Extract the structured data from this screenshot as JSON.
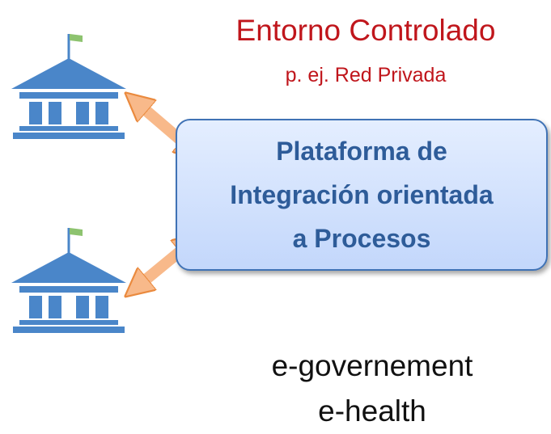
{
  "header": {
    "title": "Entorno Controlado",
    "subtitle": "p. ej. Red Privada"
  },
  "platform": {
    "lines": [
      "Plataforma de",
      "Integración orientada",
      "a Procesos"
    ]
  },
  "domains": [
    "e-governement",
    "e-health"
  ],
  "colors": {
    "title": "#c0161c",
    "platform_text": "#2e5c99",
    "platform_fill": "#c3d7fb",
    "building": "#4a86c9",
    "flag": "#8dc36f",
    "arrow": "#f8b98a"
  },
  "icons": {
    "institution_top": "government-building-icon",
    "institution_bottom": "government-building-icon"
  }
}
